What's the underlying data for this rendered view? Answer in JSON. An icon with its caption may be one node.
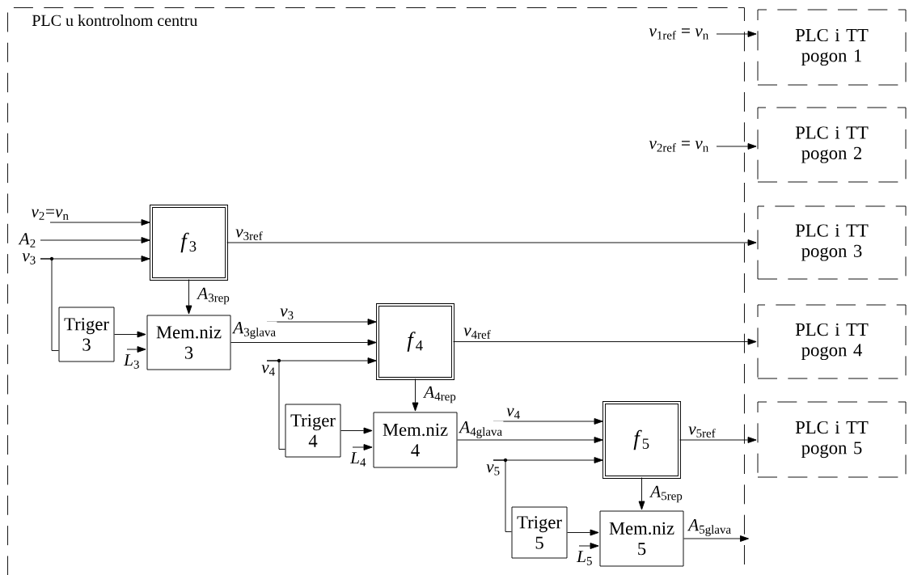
{
  "diagram": {
    "nodes": [
      {
        "text": [
          "PLC u kontrolnom centru"
        ]
      },
      {
        "text": [
          "PLC i TT pogon 1"
        ]
      },
      {
        "text": [
          "PLC i TT pogon 2"
        ]
      },
      {
        "text": [
          "PLC i TT pogon 3"
        ]
      },
      {
        "text": [
          "PLC i TT pogon 4"
        ]
      },
      {
        "text": [
          "PLC i TT pogon 5"
        ]
      },
      {
        "text": [
          "*f*$_{3}$"
        ],
        "in": 0
      },
      {
        "text": [
          "Triger 3"
        ],
        "in": 0
      },
      {
        "text": [
          "Mem.niz 3"
        ],
        "in": 0
      },
      {
        "text": [
          "*f*$_{4}$"
        ],
        "in": 0
      },
      {
        "text": [
          "Triger 4"
        ],
        "in": 0
      },
      {
        "text": [
          "Mem.niz 4"
        ],
        "in": 0
      },
      {
        "text": [
          "*f*$_{5}$"
        ],
        "in": 0
      },
      {
        "text": [
          "Triger 5"
        ],
        "in": 0
      },
      {
        "text": [
          "Mem.niz 5"
        ],
        "in": 0
      },
      {
        "text": [
          "*v*$_{1ref}$ = *v*$_{n}$"
        ],
        "in": 0
      },
      {
        "text": [
          "*v*$_{2ref}$ = *v*$_{n}$"
        ],
        "in": 0
      },
      {
        "text": [
          "*v*$_{2}$=*v*$_{n}$"
        ],
        "in": 0
      },
      {
        "text": [
          "*A*$_{2}$"
        ],
        "in": 0
      },
      {
        "text": [
          "*v*$_{3}$"
        ],
        "in": 0
      }
    ],
    "edges": [
      {
        "from": 15,
        "to": 1,
        "arrow": "to"
      },
      {
        "from": 16,
        "to": 2,
        "arrow": "to"
      },
      {
        "from": 17,
        "to": 6,
        "arrow": "to"
      },
      {
        "from": 18,
        "to": 6,
        "arrow": "to"
      },
      {
        "from": 19,
        "to": 6,
        "arrow": "to"
      },
      {
        "from": 19,
        "to": 7,
        "arrow": "none"
      },
      {
        "from": 6,
        "to": 3,
        "arrow": "to",
        "label": "*v*$_{3ref}$"
      },
      {
        "from": 6,
        "to": 8,
        "arrow": "to",
        "label": "*A*$_{3rep}$"
      },
      {
        "from": 7,
        "to": 8,
        "arrow": "to"
      },
      {
        "from": null,
        "to": 8,
        "arrow": "to",
        "label": "*L*$_{3}$"
      },
      {
        "from": 8,
        "to": 9,
        "arrow": "to",
        "label": "*A*$_{3glava}$"
      },
      {
        "from": null,
        "to": 9,
        "arrow": "to",
        "label": "*v*$_{3}$"
      },
      {
        "from": null,
        "to": 9,
        "arrow": "to",
        "label": "*v*$_{4}$"
      },
      {
        "from": null,
        "to": 10,
        "arrow": "none"
      },
      {
        "from": 9,
        "to": 4,
        "arrow": "to",
        "label": "*v*$_{4ref}$"
      },
      {
        "from": 9,
        "to": 11,
        "arrow": "to",
        "label": "*A*$_{4rep}$"
      },
      {
        "from": 10,
        "to": 11,
        "arrow": "to"
      },
      {
        "from": null,
        "to": 11,
        "arrow": "to",
        "label": "*L*$_{4}$"
      },
      {
        "from": 11,
        "to": 12,
        "arrow": "to",
        "label": "*A*$_{4glava}$"
      },
      {
        "from": null,
        "to": 12,
        "arrow": "to",
        "label": "*v*$_{4}$"
      },
      {
        "from": null,
        "to": 12,
        "arrow": "to",
        "label": "*v*$_{5}$"
      },
      {
        "from": null,
        "to": 13,
        "arrow": "none"
      },
      {
        "from": 12,
        "to": 5,
        "arrow": "to",
        "label": "*v*$_{5ref}$"
      },
      {
        "from": 12,
        "to": 14,
        "arrow": "to",
        "label": "*A*$_{5rep}$"
      },
      {
        "from": 13,
        "to": 14,
        "arrow": "to"
      },
      {
        "from": null,
        "to": 14,
        "arrow": "to",
        "label": "*L*$_{5}$"
      },
      {
        "from": 14,
        "to": null,
        "arrow": "to",
        "label": "*A*$_{5glava}$"
      }
    ]
  }
}
